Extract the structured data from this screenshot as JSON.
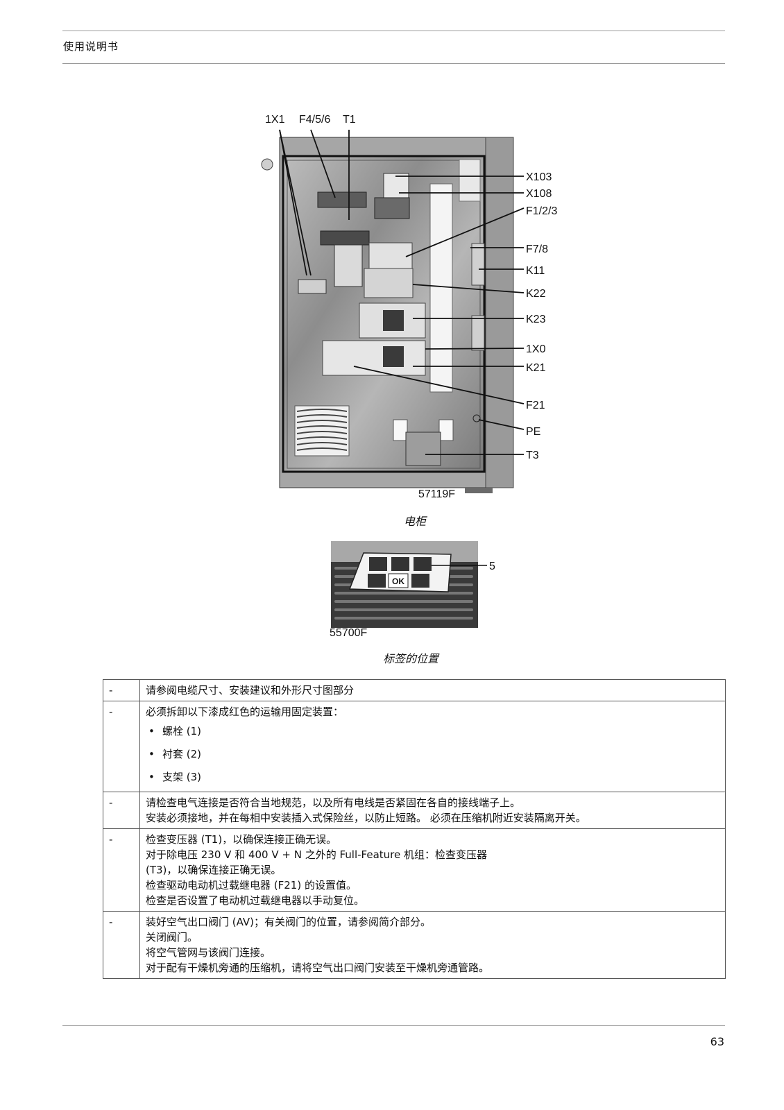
{
  "header": {
    "title": "使用说明书"
  },
  "figure1": {
    "callouts_top": [
      "1X1",
      "F4/5/6",
      "T1"
    ],
    "callouts_right": [
      "X103",
      "X108",
      "F1/2/3",
      "F7/8",
      "K11",
      "K22",
      "K23",
      "1X0",
      "K21",
      "F21",
      "PE",
      "T3"
    ],
    "code": "57119F",
    "caption": "电柜"
  },
  "figure2": {
    "callout": "5",
    "label_ok": "OK",
    "code": "55700F",
    "caption": "标签的位置"
  },
  "steps": [
    {
      "marker": "-",
      "lines": [
        "请参阅电缆尺寸、安装建议和外形尺寸图部分"
      ]
    },
    {
      "marker": "-",
      "lines": [
        "必须拆卸以下漆成红色的运输用固定装置："
      ],
      "bullet_symbol": "•",
      "bullets": [
        "螺栓 (1)",
        "衬套 (2)",
        "支架 (3)"
      ]
    },
    {
      "marker": "-",
      "lines": [
        "请检查电气连接是否符合当地规范，以及所有电线是否紧固在各自的接线端子上。",
        "安装必须接地，并在每相中安装插入式保险丝，以防止短路。 必须在压缩机附近安装隔离开关。"
      ]
    },
    {
      "marker": "-",
      "lines": [
        "检查变压器 (T1)，以确保连接正确无误。",
        "对于除电压 230 V 和 400 V + N 之外的 Full-Feature 机组：检查变压器",
        "(T3)，以确保连接正确无误。",
        "检查驱动电动机过载继电器 (F21) 的设置值。",
        "检查是否设置了电动机过载继电器以手动复位。"
      ]
    },
    {
      "marker": "-",
      "lines": [
        "装好空气出口阀门 (AV)；有关阀门的位置，请参阅简介部分。",
        "关闭阀门。",
        "将空气管网与该阀门连接。",
        "对于配有干燥机旁通的压缩机，请将空气出口阀门安装至干燥机旁通管路。"
      ]
    }
  ],
  "footer": {
    "page_number": "63"
  }
}
